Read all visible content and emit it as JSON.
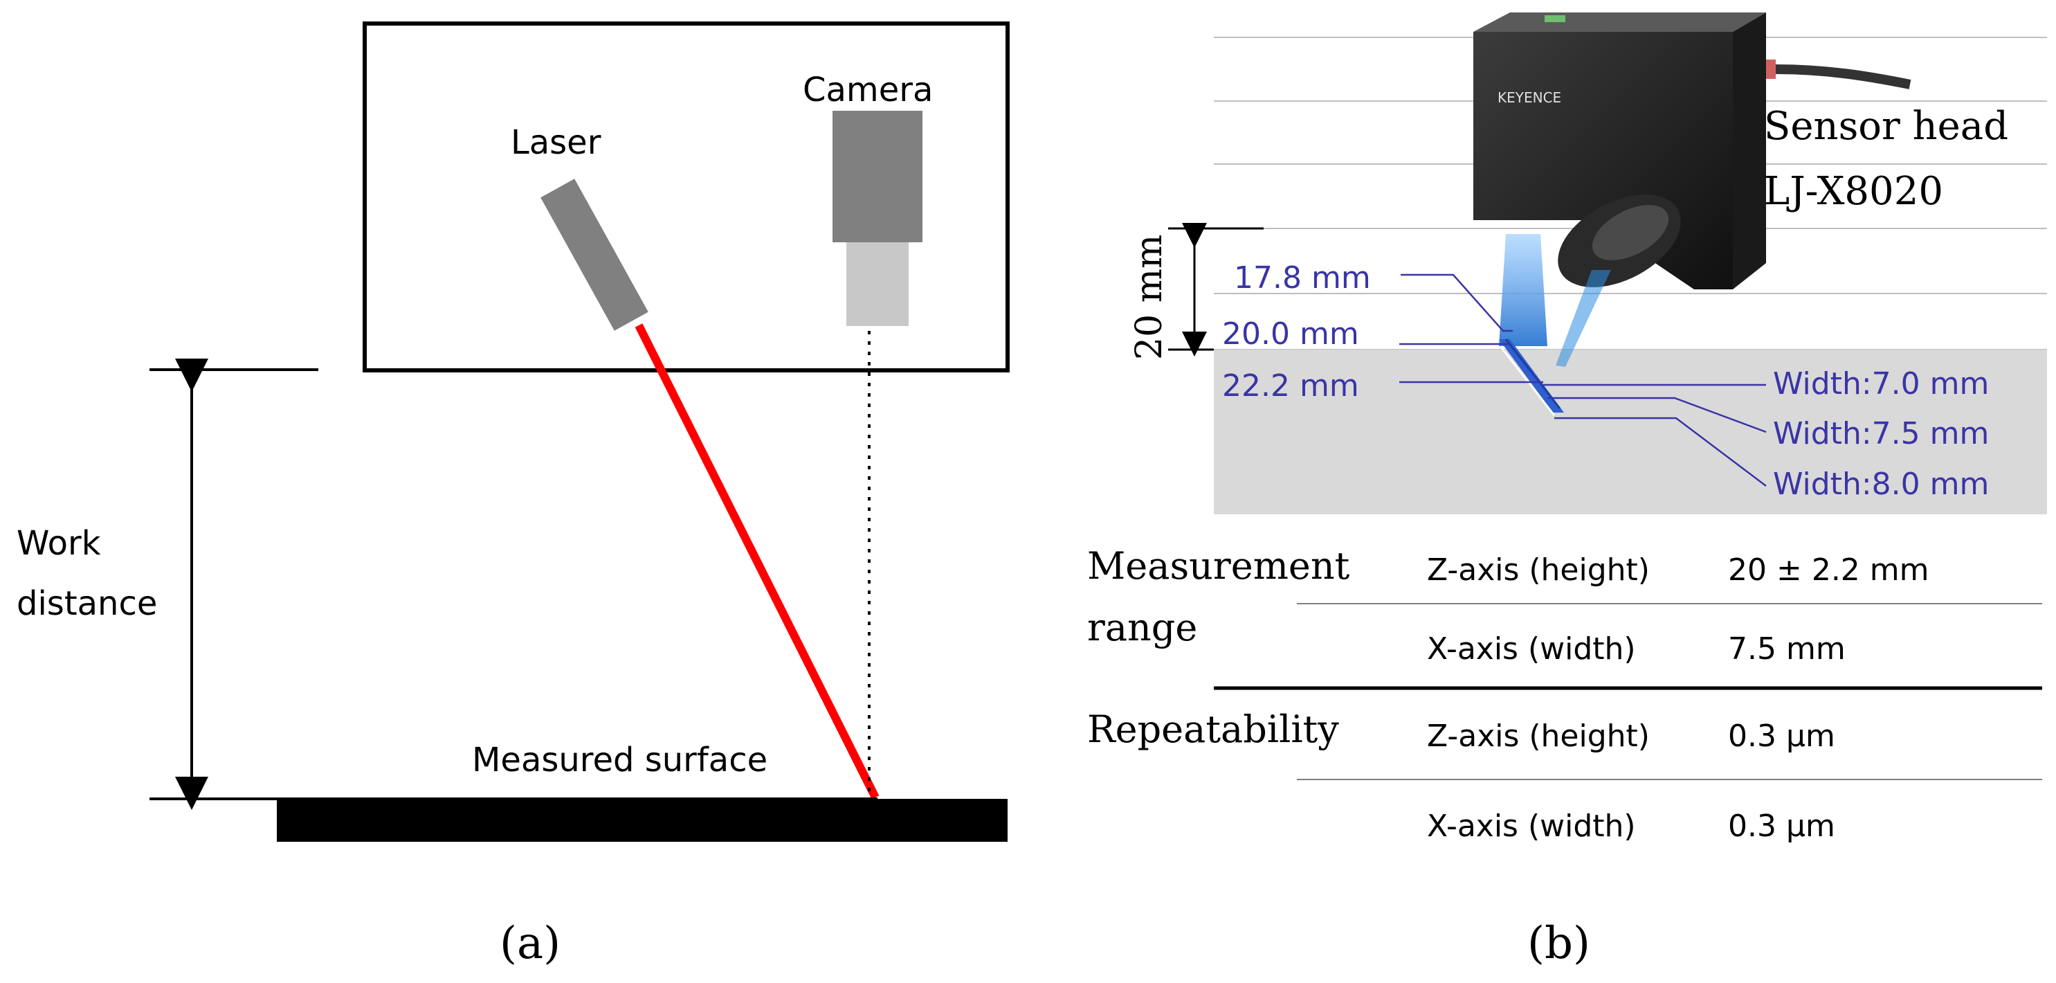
{
  "panel_a": {
    "labels": {
      "laser": "Laser",
      "camera": "Camera",
      "work_distance_line1": "Work",
      "work_distance_line2": "distance",
      "measured_surface": "Measured surface"
    },
    "caption": "(a)",
    "colors": {
      "laser_beam": "#ff0000",
      "laser_body": "#808080",
      "camera_body": "#808080",
      "camera_lens": "#c8c8c8"
    }
  },
  "panel_b": {
    "sensor": {
      "line1": "Sensor head",
      "line2": "LJ-X8020",
      "brand": "KEYENCE"
    },
    "distance_label": "20 mm",
    "distances": [
      "17.8 mm",
      "20.0 mm",
      "22.2 mm"
    ],
    "widths": [
      "Width:7.0 mm",
      "Width:7.5 mm",
      "Width:8.0 mm"
    ],
    "table": {
      "rows": [
        {
          "group_line1": "Measurement",
          "group_line2": "range",
          "axis1": "Z-axis (height)",
          "value1": "20 ± 2.2 mm",
          "axis2": "X-axis (width)",
          "value2": "7.5 mm"
        },
        {
          "group_line1": "Repeatability",
          "axis1": "Z-axis (height)",
          "value1": "0.3 μm",
          "axis2": "X-axis (width)",
          "value2": "0.3 μm"
        }
      ]
    },
    "caption": "(b)",
    "colors": {
      "annotation": "#3a34a6",
      "beam": "#2d8de0",
      "base": "#d9d9d9"
    }
  }
}
